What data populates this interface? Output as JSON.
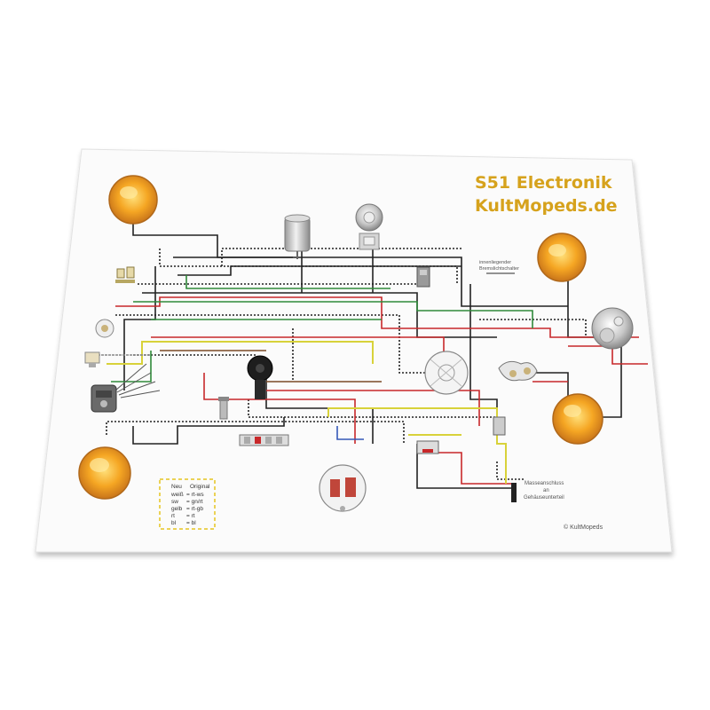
{
  "poster": {
    "title": "S51 Electronik",
    "subtitle": "KultMopeds.de",
    "copyright": "© KultMopeds"
  },
  "annotations": {
    "brake_switch_line1": "innenliegender",
    "brake_switch_line2": "Bremslichtschalter",
    "ground_line1": "Masseanschluss",
    "ground_line2": "an",
    "ground_line3": "Gehäuseunterteil"
  },
  "legend": {
    "header_new": "Neu",
    "header_original": "Original",
    "rows": [
      {
        "new": "weiß",
        "original": "= rt-ws"
      },
      {
        "new": "sw",
        "original": "= gn/rt"
      },
      {
        "new": "gelb",
        "original": "= rt-gb"
      },
      {
        "new": "rt",
        "original": "= rt"
      },
      {
        "new": "bl",
        "original": "= bl"
      }
    ]
  },
  "colors": {
    "title": "#d6a21c",
    "indicator_orange": "#f0a020",
    "wire_black": "#222222",
    "wire_red": "#c8282a",
    "wire_green": "#2f8a3a",
    "wire_yellow": "#d8d23a",
    "wire_blue": "#3557b8",
    "wire_brown": "#7a4a26"
  }
}
